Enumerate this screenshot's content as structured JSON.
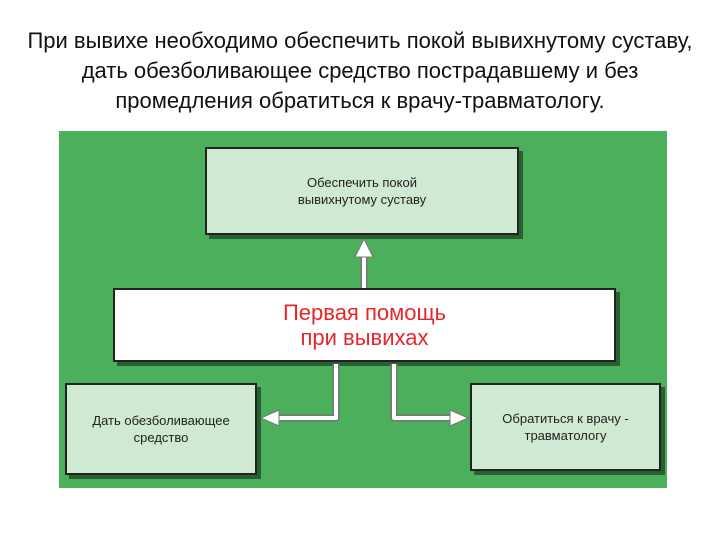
{
  "heading": "При вывихе необходимо обеспечить покой вывихнутому суставу, дать обезболивающее средство пострадавшему и без промедления обратиться к врачу-травматологу.",
  "diagram": {
    "top_box": "Обеспечить покой\nвывихнутому суставу",
    "center_box": "Первая помощь\nпри вывихах",
    "left_box": "Дать обезболивающее\nсредство",
    "right_box": "Обратиться к врачу -\nтравматологу"
  },
  "colors": {
    "panel": "#4caf5b",
    "light_box": "#cfe9d2",
    "main_text": "#e8262a"
  }
}
